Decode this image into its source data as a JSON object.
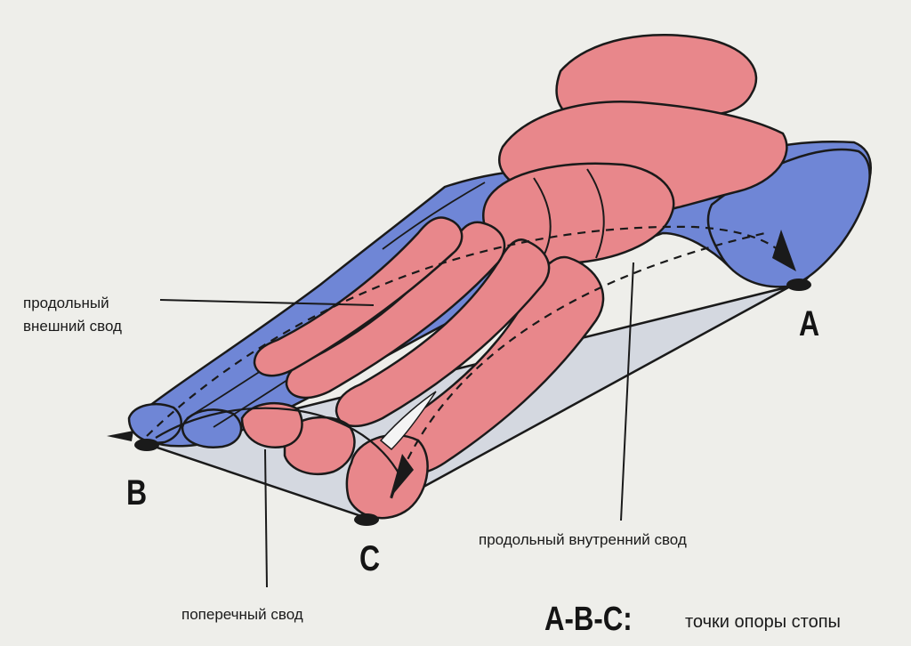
{
  "labels": {
    "outer_arch_line1": "продольный",
    "outer_arch_line2": "внешний свод",
    "inner_arch": "продольный внутренний свод",
    "transverse_arch": "поперечный свод"
  },
  "points": {
    "a": "A",
    "b": "B",
    "c": "C"
  },
  "legend": {
    "key": "A-B-C:",
    "text": "точки опоры стопы"
  },
  "colors": {
    "background": "#eeeeea",
    "bone_pink": "#e8878b",
    "bone_blue": "#6f86d6",
    "outline": "#1a1a1a",
    "support_plane": "#d4d8e0"
  }
}
